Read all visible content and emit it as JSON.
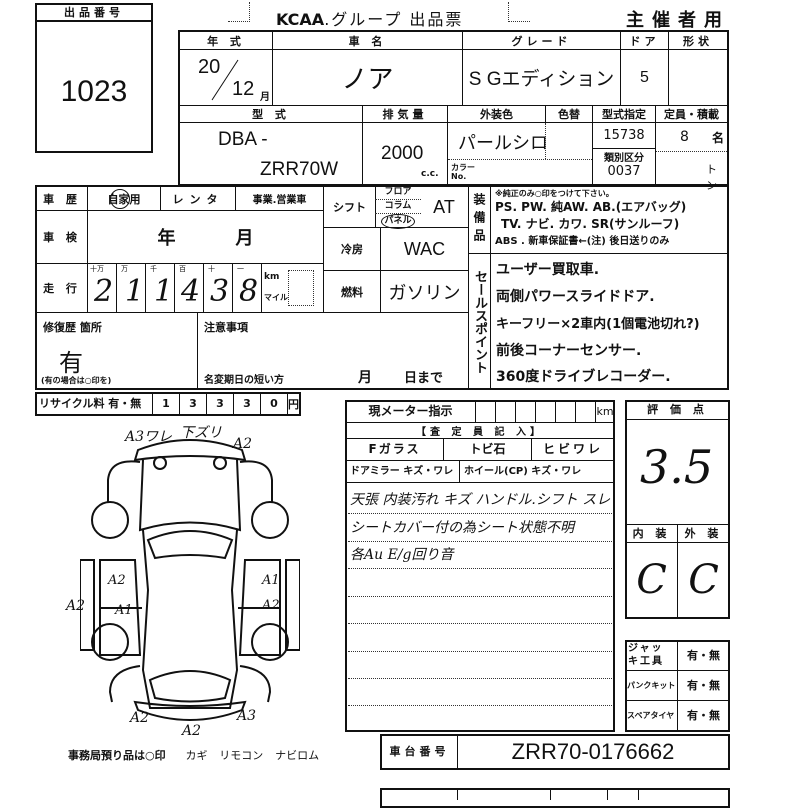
{
  "header": {
    "lot_label": "出品番号",
    "lot_number": "1023",
    "title_brand": "KCAA",
    "title_text": ".グループ 出品票",
    "copy_label": "主催者用"
  },
  "vehicle": {
    "year_label": "年 式",
    "year": "20",
    "month": "12",
    "month_unit": "月",
    "name_label": "車 名",
    "name": "ノア",
    "grade_label": "グレード",
    "grade": "S Gエディション",
    "doors_label": "ドア",
    "doors": "5",
    "shape_label": "形状",
    "model_label": "型 式",
    "model_prefix": "DBA -",
    "model_code": "ZRR70W",
    "displacement_label": "排気量",
    "displacement": "2000",
    "displacement_unit": "c.c.",
    "color_label": "外装色",
    "color": "パールシロ",
    "color_no_label": "カラーNo.",
    "color_change_label": "色替",
    "type_designation_label": "型式指定",
    "type_designation": "15738",
    "category_label": "類別区分",
    "category": "0037",
    "capacity_label": "定員・積載",
    "capacity": "8",
    "capacity_unit": "名",
    "load_unit": "トン"
  },
  "history": {
    "label": "車 歴",
    "options": [
      "自家用",
      "レンタ",
      "事業.営業車"
    ],
    "selected": "自家用"
  },
  "inspection": {
    "label": "車 検",
    "year_unit": "年",
    "month_unit": "月"
  },
  "mileage": {
    "label": "走 行",
    "digit_labels": [
      "十万",
      "万",
      "千",
      "百",
      "十",
      "一"
    ],
    "digits": [
      "2",
      "1",
      "1",
      "4",
      "3",
      "8"
    ],
    "unit_km": "km",
    "unit_mile": "マイル"
  },
  "shift": {
    "label": "シフト",
    "options": [
      "フロア",
      "コラム",
      "パネル"
    ],
    "selected": "パネル",
    "value": "AT"
  },
  "aircon": {
    "label": "冷房",
    "value": "WAC"
  },
  "fuel": {
    "label": "燃料",
    "value": "ガソリン"
  },
  "equipment": {
    "label": "装備品",
    "note": "※純正のみ○印をつけて下さい。",
    "line1": "PS. PW. 純AW. AB.(エアバッグ)",
    "line2": "TV. ナビ. カワ. SR(サンルーフ)",
    "line3": "ABS . 新車保証書←(注) 後日送りのみ",
    "circled": [
      "PS",
      "PW",
      "純AW",
      "AB",
      "ABS"
    ]
  },
  "repair": {
    "label": "修復歴 箇所",
    "value": "有",
    "note": "(有の場合は○印を)"
  },
  "caution": {
    "label": "注意事項",
    "change_label": "名変期日の短い方",
    "month": "月",
    "day": "日まで"
  },
  "sales_points": {
    "label": "セールスポイント",
    "items": [
      "ユーザー買取車.",
      "両側パワースライドドア.",
      "キーフリー×2車内(1個電池切れ?)",
      "前後コーナーセンサー.",
      "360度ドライブレコーダー."
    ]
  },
  "recycle": {
    "label": "リサイクル料 有・無",
    "digits": [
      "1",
      "3",
      "3",
      "3",
      "0"
    ],
    "unit": "円"
  },
  "diagram": {
    "marks": [
      "A3ワレ",
      "下ズリ",
      "A2",
      "A2",
      "A1",
      "A2",
      "A1",
      "A2",
      "A2",
      "A2",
      "A3"
    ],
    "deposit_note": "事務局預り品は○印",
    "deposit_items": [
      "カギ",
      "リモコン",
      "ナビロム"
    ]
  },
  "inspector": {
    "meter_label": "現メーター指示",
    "meter_unit": "km",
    "section_label": "【査 定 員 記 入】",
    "glass": [
      "Fガラス",
      "トビ石",
      "ヒビワレ"
    ],
    "mirror": "ドアミラー キズ・ワレ",
    "wheel": "ホイール(CP) キズ・ワレ",
    "notes": [
      "天張 内装汚れ キズ ハンドル.シフト スレ",
      "シートカバー付の為シート状態不明",
      "各Au E/g回り音"
    ]
  },
  "score": {
    "label": "評 価 点",
    "value": "3.5",
    "interior_label": "内 装",
    "exterior_label": "外 装",
    "interior": "C",
    "exterior": "C"
  },
  "accessories": [
    {
      "label": "ジャッキ工具",
      "value": "有・無"
    },
    {
      "label": "パンクキット",
      "value": "有・無"
    },
    {
      "label": "スペアタイヤ",
      "value": "有・無"
    }
  ],
  "chassis": {
    "label": "車台番号",
    "value": "ZRR70-0176662"
  }
}
